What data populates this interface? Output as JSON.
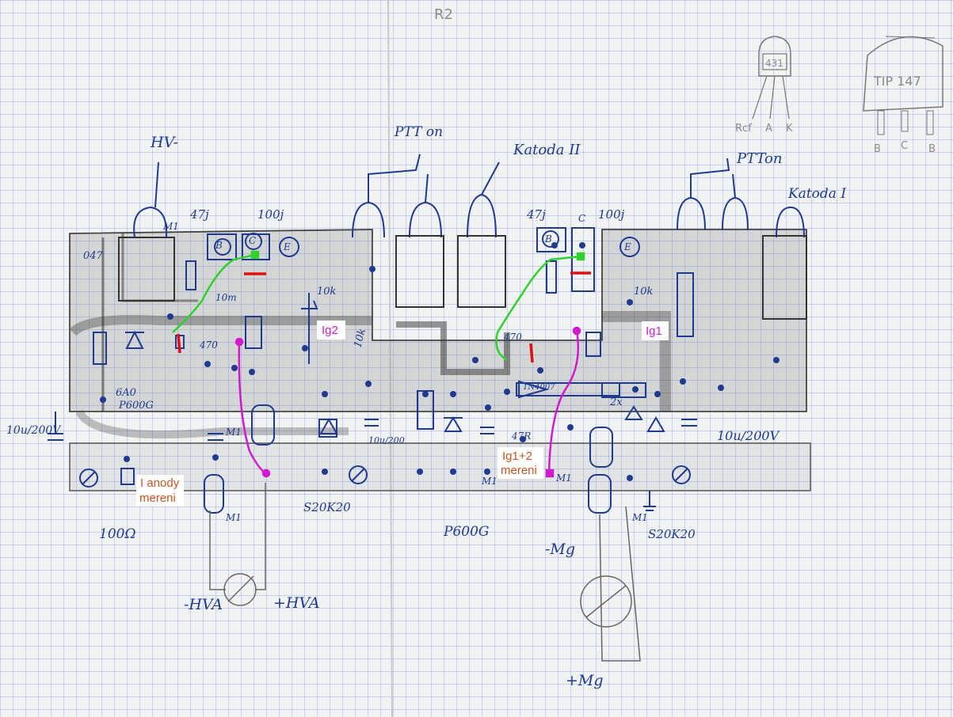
{
  "page_code": "R2",
  "transistor_431": {
    "label": "431",
    "pins": [
      "Rcf",
      "A",
      "K"
    ]
  },
  "transistor_tip": {
    "label": "TIP 147",
    "pins": [
      "B",
      "C",
      "B"
    ]
  },
  "labels": {
    "hv_minus": "HV-",
    "ptt_on_left": "PTT on",
    "katoda_2": "Katoda II",
    "ptt_on_right": "PTTon",
    "katoda_1": "Katoda I",
    "val_47j_left": "47j",
    "val_100j_left": "100j",
    "val_47j_right": "47j",
    "val_100j_right": "100j",
    "val_047": "047",
    "val_m1_top": "M1",
    "val_10k_left": "10k",
    "val_10k_mid": "10k",
    "val_10k_right": "10k",
    "val_470_left": "470",
    "val_470_right": "470",
    "val_10m": "10m",
    "val_6a0": "6A0",
    "val_p600g_left": "P600G",
    "val_10u_200v_left": "10u/200V",
    "val_m1_a": "M1",
    "val_m1_b": "M1",
    "val_m1_c": "M1",
    "val_m1_d": "M1",
    "val_m1_e": "M1",
    "val_100r": "100Ω",
    "val_10u_200_mid": "10u/200",
    "val_2x": "2x",
    "val_s20k20_left": "S20K20",
    "val_s20k20_right": "S20K20",
    "val_p600g_bottom": "P600G",
    "val_47r": "47R",
    "val_10u_200v_right": "10u/200V",
    "val_1n4007": "1N4007",
    "hva_minus": "-HVA",
    "hva_plus": "+HVA",
    "mg_minus": "-Mg",
    "mg_plus": "+Mg",
    "pin_b_left": "B",
    "pin_c_left": "C",
    "pin_e_left": "E",
    "pin_b_right": "B",
    "pin_c_right": "C",
    "pin_e_right": "E"
  },
  "annotations": {
    "ig2": "Ig2",
    "ig1": "Ig1",
    "ig12_line1": "Ig1+2",
    "ig12_line2": "mereni",
    "ianody_line1": "I anody",
    "ianody_line2": "mereni"
  },
  "colors": {
    "ink": "#1f3a8f",
    "pencil": "#8b8b8b",
    "wire_green": "#2fd12f",
    "wire_red": "#e01010",
    "wire_magenta": "#d11ad0",
    "annotation_orange": "#c8551e"
  }
}
